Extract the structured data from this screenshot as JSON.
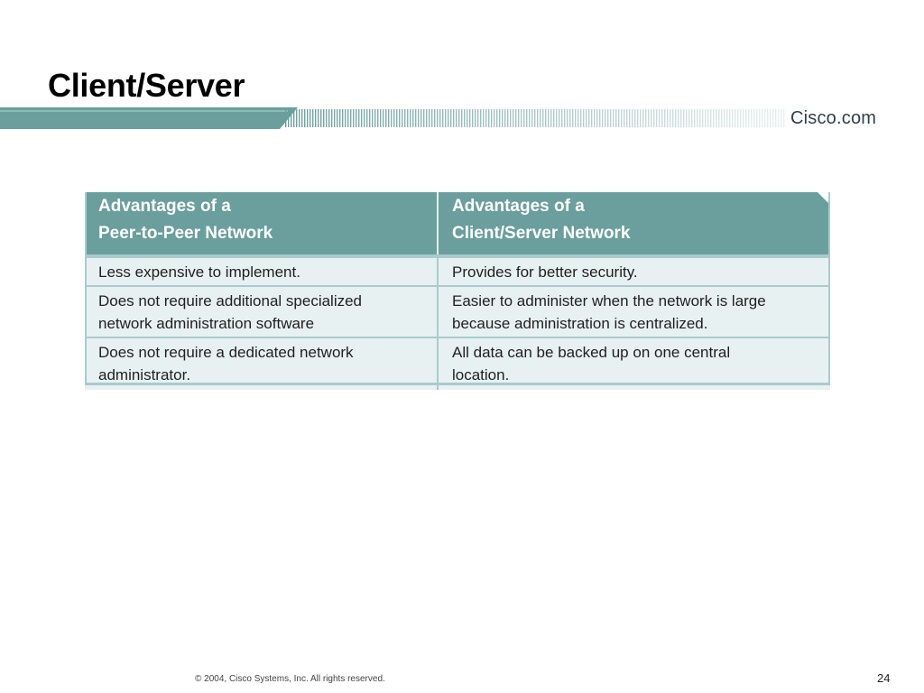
{
  "slide": {
    "title": "Client/Server"
  },
  "brand": {
    "logo_text": "Cisco.com",
    "band_color": "#6a9f9d"
  },
  "table": {
    "headers": [
      [
        "Advantages of a",
        "Peer-to-Peer Network"
      ],
      [
        "Advantages of a",
        "Client/Server Network"
      ]
    ],
    "rows": [
      [
        [
          "Less expensive to implement."
        ],
        [
          "Provides for better security."
        ]
      ],
      [
        [
          "Does not require additional specialized",
          "network administration software"
        ],
        [
          "Easier to administer when the network is large",
          "because administration is centralized."
        ]
      ],
      [
        [
          "Does not require a dedicated network",
          "administrator."
        ],
        [
          "All data can be backed up on one central",
          "location."
        ]
      ]
    ],
    "header_color": "#6a9f9d",
    "cell_color": "#e8f1f2"
  },
  "footer": {
    "copyright": "© 2004, Cisco Systems, Inc. All rights reserved.",
    "page_number": "24"
  }
}
